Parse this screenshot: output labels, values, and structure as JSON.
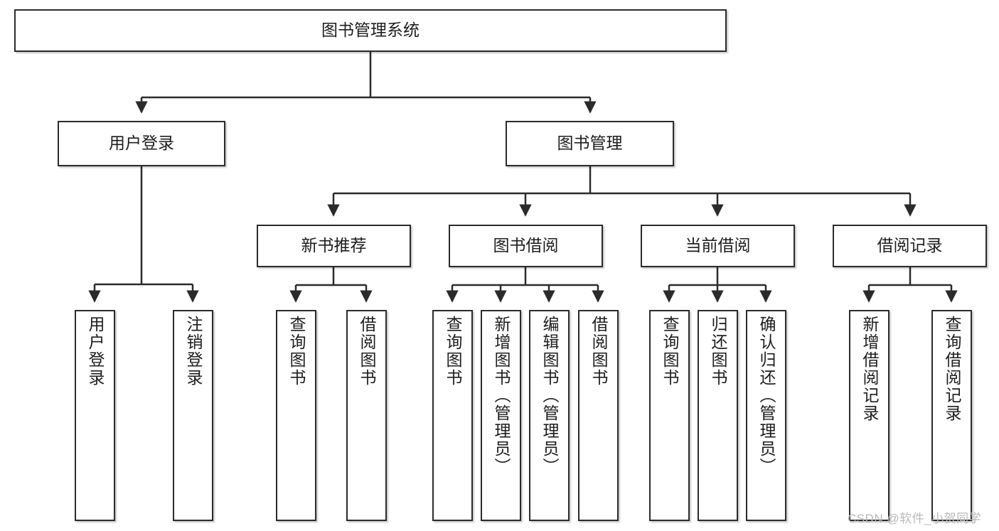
{
  "diagram": {
    "title": "图书管理系统",
    "type": "hierarchy-tree",
    "watermark": "CSDN @软件_小贺同学",
    "colors": {
      "box_border": "#2b2b2b",
      "box_fill": "#ffffff",
      "connector": "#2b2b2b",
      "text": "#1d1d1d",
      "watermark": "#b9b9b9"
    },
    "nodes": {
      "root": {
        "label": "图书管理系统"
      },
      "level2": [
        {
          "label": "用户登录"
        },
        {
          "label": "图书管理"
        }
      ],
      "level3": [
        {
          "label": "新书推荐"
        },
        {
          "label": "图书借阅"
        },
        {
          "label": "当前借阅"
        },
        {
          "label": "借阅记录"
        }
      ],
      "leaves_user_login": [
        {
          "label": "用户登录"
        },
        {
          "label": "注销登录"
        }
      ],
      "leaves_new_book": [
        {
          "label": "查询图书"
        },
        {
          "label": "借阅图书"
        }
      ],
      "leaves_book_borrow": [
        {
          "label": "查询图书"
        },
        {
          "label": "新增图书（管理员）"
        },
        {
          "label": "编辑图书（管理员）"
        },
        {
          "label": "借阅图书"
        }
      ],
      "leaves_current_borrow": [
        {
          "label": "查询图书"
        },
        {
          "label": "归还图书"
        },
        {
          "label": "确认归还（管理员）"
        }
      ],
      "leaves_borrow_record": [
        {
          "label": "新增借阅记录"
        },
        {
          "label": "查询借阅记录"
        }
      ]
    }
  }
}
